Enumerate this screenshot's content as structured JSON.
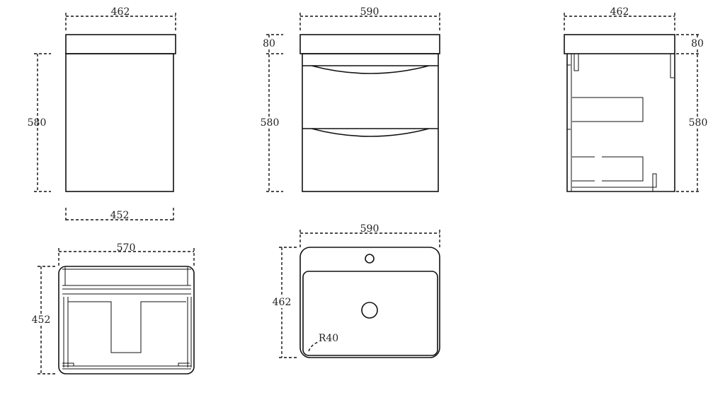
{
  "side_view": {
    "width_top": "462",
    "height": "580",
    "width_bottom": "452"
  },
  "front_view": {
    "width": "590",
    "top_height": "80",
    "height": "580"
  },
  "section_view": {
    "width": "462",
    "top_height": "80",
    "height": "580"
  },
  "plan_view": {
    "width": "570",
    "depth": "452"
  },
  "basin_view": {
    "width": "590",
    "depth": "462",
    "radius": "R40"
  }
}
